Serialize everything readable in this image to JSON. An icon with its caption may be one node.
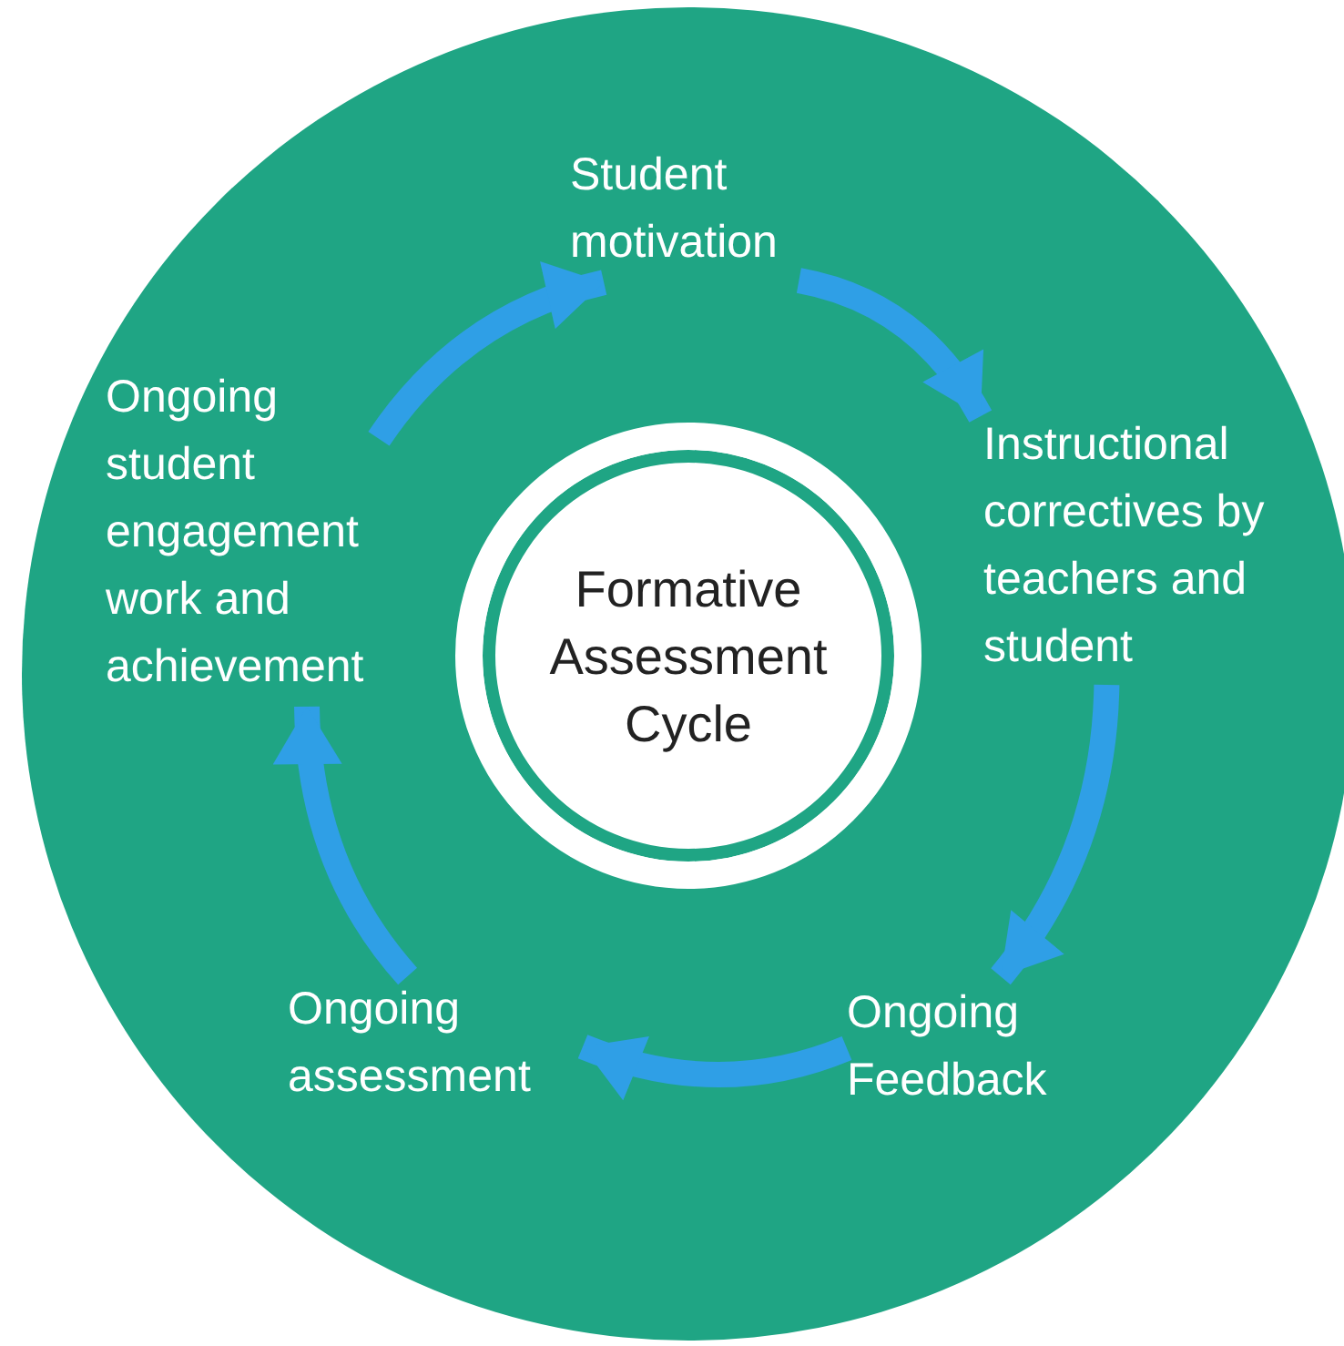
{
  "diagram": {
    "nodes": [
      {
        "text": [],
        "shape": "circle"
      },
      {
        "text": [
          "Formative Assessment Cycle"
        ],
        "in": 0
      },
      {
        "text": [
          "Student motivation"
        ],
        "in": 0
      },
      {
        "text": [
          "Instructional correctives by teachers and student"
        ],
        "in": 0
      },
      {
        "text": [
          "Ongoing Feedback"
        ],
        "in": 0
      },
      {
        "text": [
          "Ongoing assessment"
        ],
        "in": 0
      },
      {
        "text": [
          "Ongoing student engagement work and achievement"
        ],
        "in": 0
      }
    ],
    "edges": [
      {
        "from": 2,
        "to": 3,
        "arrow": "to"
      },
      {
        "from": 3,
        "to": 4,
        "arrow": "to"
      },
      {
        "from": 4,
        "to": 5,
        "arrow": "to"
      },
      {
        "from": 5,
        "to": 6,
        "arrow": "to"
      },
      {
        "from": 6,
        "to": 2,
        "arrow": "to"
      }
    ]
  }
}
